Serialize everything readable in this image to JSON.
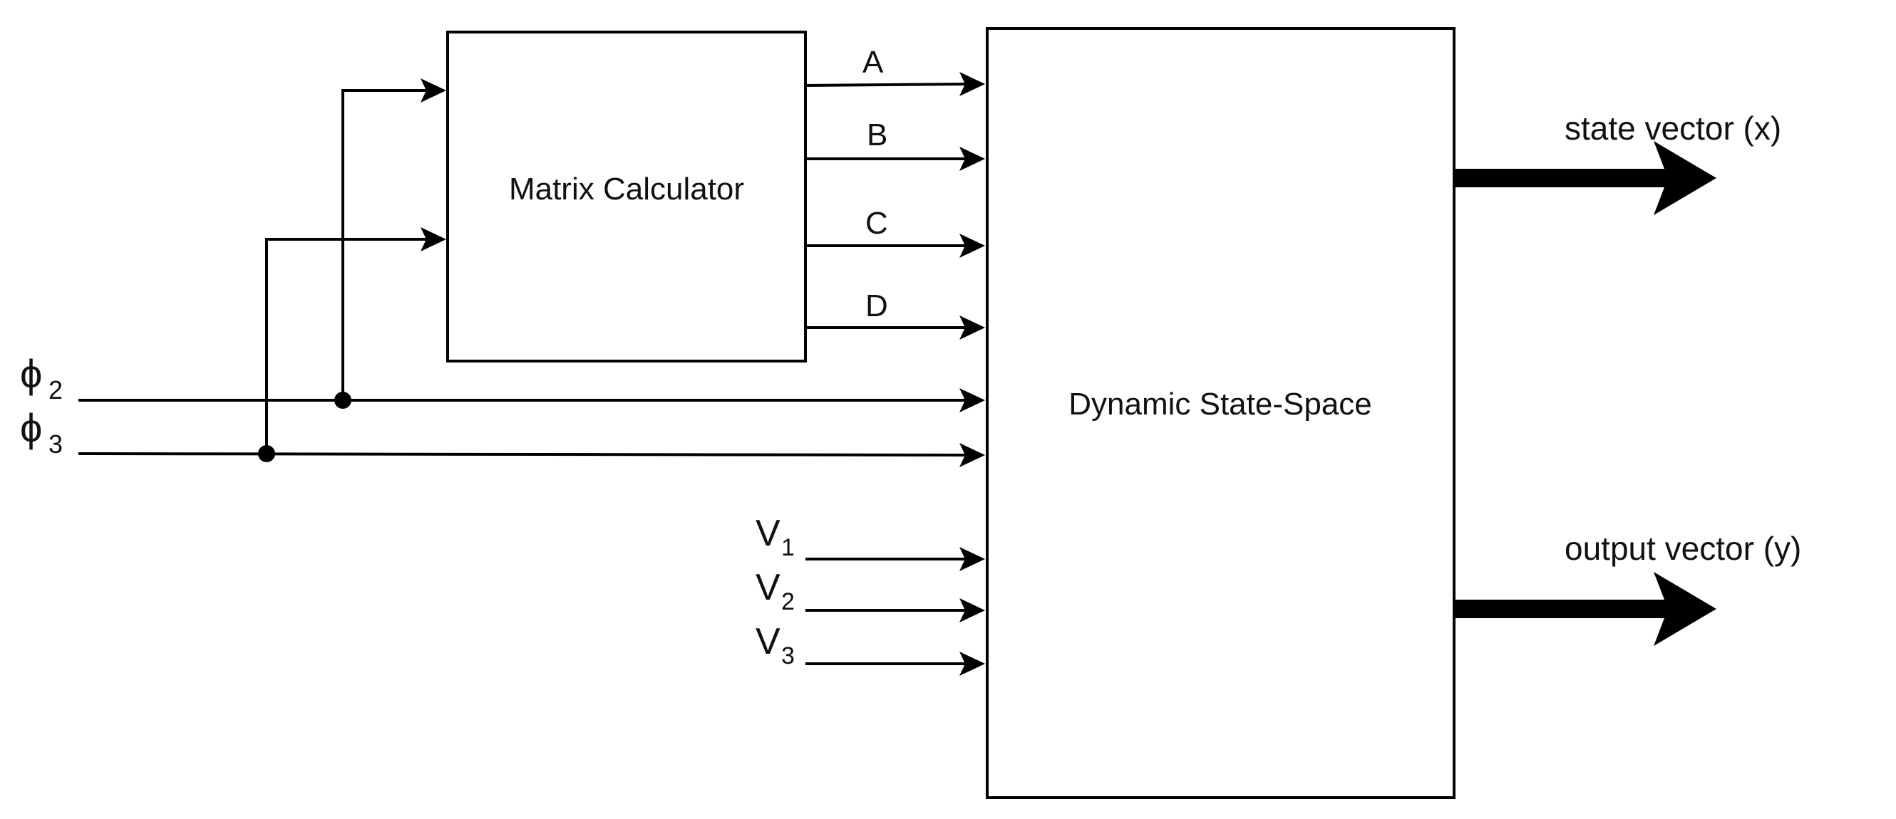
{
  "blocks": {
    "matrix_calculator": "Matrix Calculator",
    "dynamic_state_space": "Dynamic State-Space"
  },
  "matrices": {
    "a": "A",
    "b": "B",
    "c": "C",
    "d": "D"
  },
  "inputs": {
    "phi2": {
      "symbol": "ϕ",
      "sub": "2"
    },
    "phi3": {
      "symbol": "ϕ",
      "sub": "3"
    },
    "v1": {
      "symbol": "V",
      "sub": "1"
    },
    "v2": {
      "symbol": "V",
      "sub": "2"
    },
    "v3": {
      "symbol": "V",
      "sub": "3"
    }
  },
  "outputs": {
    "state": "state vector (x)",
    "output": "output vector (y)"
  },
  "colors": {
    "stroke": "#000000",
    "background": "#ffffff"
  }
}
